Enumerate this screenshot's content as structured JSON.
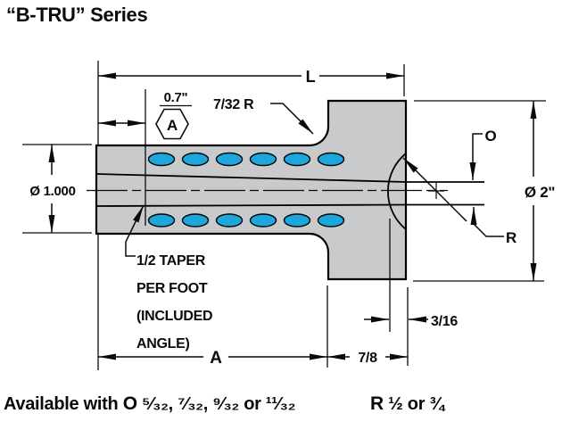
{
  "title": "“B-TRU” Series",
  "diagram": {
    "labels": {
      "overall_length": "L",
      "taper_length": "A",
      "datum": "A",
      "overhang": "0.7\"",
      "fillet_radius": "7/32 R",
      "shank_diameter": "Ø 1.000",
      "flange_diameter": "Ø 2\"",
      "hole_offset": "O",
      "recess_radius": "R",
      "recess_depth": "3/16",
      "flange_thickness": "7/8",
      "taper_note": [
        "1/2 TAPER",
        "PER FOOT",
        "(INCLUDED",
        "ANGLE)"
      ]
    },
    "colors": {
      "body_fill": "#C9CACB",
      "insert_fill": "#1EA7DC",
      "line": "#000000"
    }
  },
  "availability": {
    "prefix": "Available with",
    "o_label": "O",
    "o_values": "⁵⁄₃₂, ⁷⁄₃₂, ⁹⁄₃₂ or ¹¹⁄₃₂",
    "r_label": "R",
    "r_values": "½ or ¾"
  }
}
